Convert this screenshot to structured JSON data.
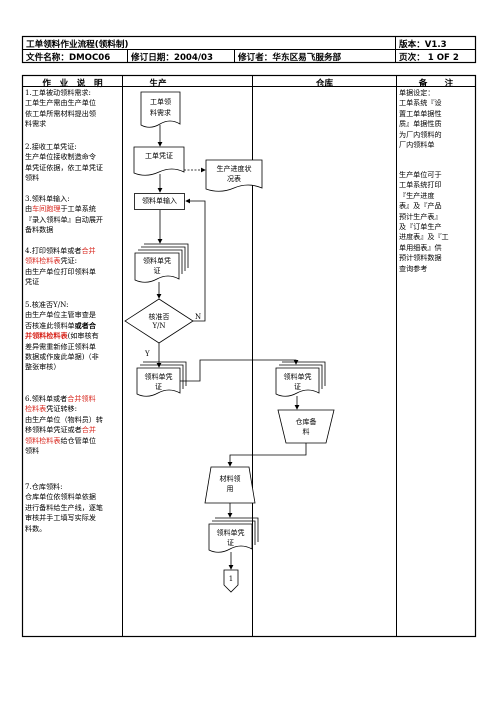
{
  "header": {
    "title": "工单领料作业流程(领料制)",
    "version": "版本：V1.3",
    "file_name": "文件名称：DMOC06",
    "revise_date": "修订日期：2004/03",
    "reviser": "修订者：华东区易飞服务部",
    "page": "页次：  1 OF 2"
  },
  "columns": {
    "desc": "作　业　说　明",
    "production": "生产",
    "warehouse": "仓库",
    "notes": "备　　注"
  },
  "steps": [
    {
      "t": "1.工单被动领料需求:\n工单生产需由生产单位\n依工单所需材料提出领\n料需求"
    },
    {
      "t": "2.接收工单凭证:\n生产单位接收制造命令\n单凭证依据，依工单凭证\n领料"
    },
    {
      "a": "3.领料单输入:\n由",
      "r": "车间跑理",
      "b": "于工单系统\n『录入领料单』自动展开\n备料数据"
    },
    {
      "a": "4.打印领料单或者",
      "r": "合并\n领料检料表",
      "b": "凭证:\n由生产单位打印领料单\n凭证"
    },
    {
      "a": "5.核准否Y/N:\n由生产单位主管审查是\n否核准此领料单",
      "bo1": "或者合\n",
      "bo2": "并领料检料表",
      "b": "(如审核有\n差异需重新修正领料单\n数据或作废此单据)（非\n整张审核）"
    },
    {
      "a": "6.领料单或者",
      "r": "合并领料\n检料表",
      "b": "凭证转移:\n由生产单位（物料员）转\n移领料单凭证或者",
      "r2": "合并\n领料检料表",
      "c": "给仓管单位\n领料"
    },
    {
      "t": "7.仓库领料:\n仓库单位依领料单依据\n进行备料给生产线，逐笔\n审核并手工填写实际发\n料数。"
    }
  ],
  "notes": {
    "p1": "单据设定：\n工单系统『设\n置工单单据性\n质』单据性质\n为厂内领料的\n厂内领料单",
    "p2": "生产单位可于\n工单系统打印\n『生产进度\n表』及『产品\n预计生产表』\n及『订单生产\n进度表』及『工\n单用细表』供\n预计领料数据\n查询参考"
  },
  "flow": {
    "work_order_req": [
      "工单领",
      "料需求"
    ],
    "work_order_voucher": "工单凭证",
    "progress_report": [
      "生产进度状",
      "况表"
    ],
    "pick_input": "领料单输入",
    "pick_doc_a": [
      "领料单凭",
      "证"
    ],
    "approve": [
      "核准否",
      "Y/N"
    ],
    "label_n": "N",
    "label_y": "Y",
    "pick_doc_b": [
      "领料单凭",
      "证"
    ],
    "pick_doc_wh": [
      "领料单凭",
      "证"
    ],
    "wh_prepare": [
      "仓库备",
      "料"
    ],
    "material_issue": [
      "材料领",
      "用"
    ],
    "pick_doc_c": [
      "领料单凭",
      "证"
    ],
    "connector": "1"
  }
}
